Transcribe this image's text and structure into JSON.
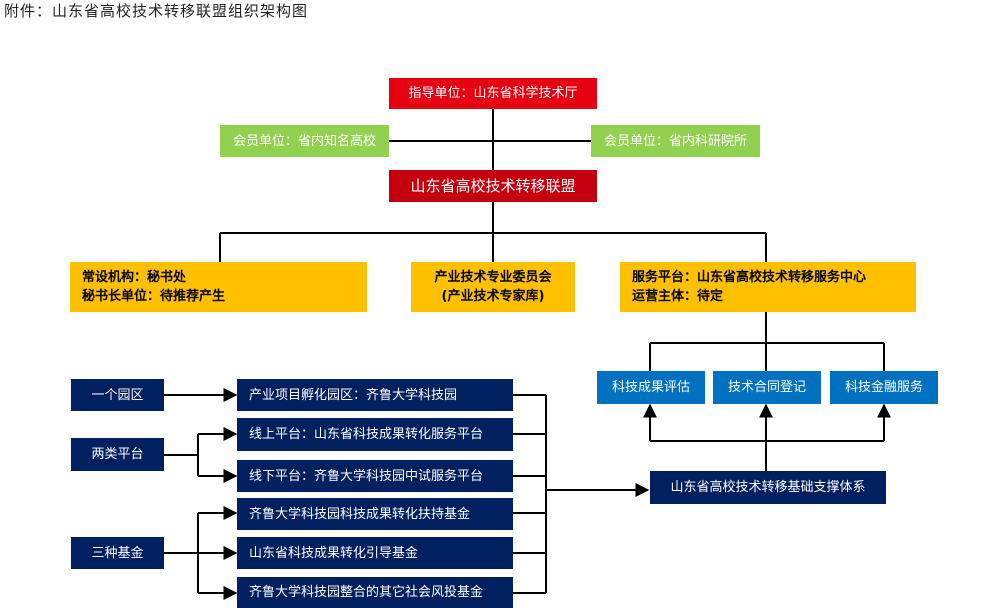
{
  "caption": "附件：山东省高校技术转移联盟组织架构图",
  "top": {
    "guidance": "指导单位：山东省科学技术厅",
    "member_universities": "会员单位：省内知名高校",
    "member_institutes": "会员单位：省内科研院所",
    "alliance": "山东省高校技术转移联盟"
  },
  "branches": {
    "standing": {
      "line1": "常设机构：秘书处",
      "line2": "秘书长单位：待推荐产生"
    },
    "committee": {
      "line1": "产业技术专业委员会",
      "line2": "(产业技术专家库)"
    },
    "service": {
      "line1": "服务平台：山东省高校技术转移服务中心",
      "line2": "运营主体：待定"
    }
  },
  "services": [
    "科技成果评估",
    "技术合同登记",
    "科技金融服务"
  ],
  "support_system": "山东省高校技术转移基础支撑体系",
  "categories": {
    "park": "一个园区",
    "platforms": "两类平台",
    "funds": "三种基金"
  },
  "items": {
    "incubator": "产业项目孵化园区：齐鲁大学科技园",
    "online": "线上平台：山东省科技成果转化服务平台",
    "offline": "线下平台：齐鲁大学科技园中试服务平台",
    "fund1": "齐鲁大学科技园科技成果转化扶持基金",
    "fund2": "山东省科技成果转化引导基金",
    "fund3": "齐鲁大学科技园整合的其它社会风投基金"
  },
  "colors": {
    "red": "#e60012",
    "green": "#92d050",
    "yellow": "#ffc000",
    "blue": "#0070c0",
    "navy": "#002060"
  }
}
